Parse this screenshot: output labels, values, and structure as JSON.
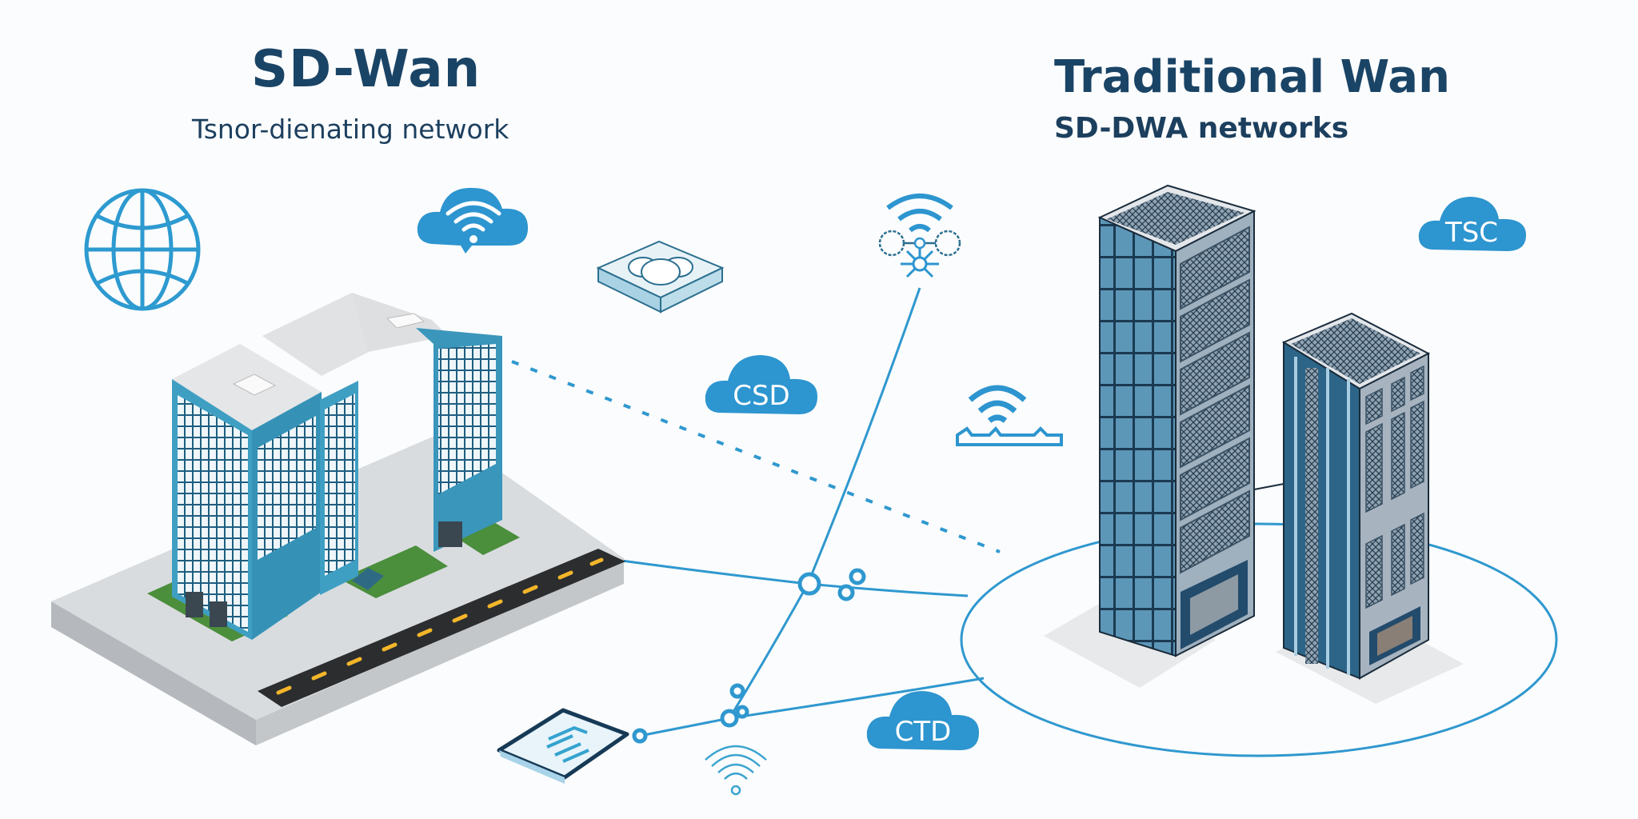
{
  "left_panel": {
    "title": "SD-Wan",
    "subtitle": "Tsnor-dienating network"
  },
  "right_panel": {
    "title": "Traditional Wan",
    "subtitle": "SD-DWA networks"
  },
  "clouds": [
    {
      "label": "CSD"
    },
    {
      "label": "CTD"
    },
    {
      "label": "TSC"
    }
  ],
  "icons": [
    "globe-icon",
    "cloud-wifi-icon",
    "router-icon",
    "wifi-node-icon",
    "wifi-router-icon",
    "tablet-device-icon",
    "wifi-icon"
  ],
  "colors": {
    "accent": "#2f98cf",
    "title": "#1a4466",
    "building_left": "#3f9fc3",
    "building_right": "#3d6a8c"
  }
}
